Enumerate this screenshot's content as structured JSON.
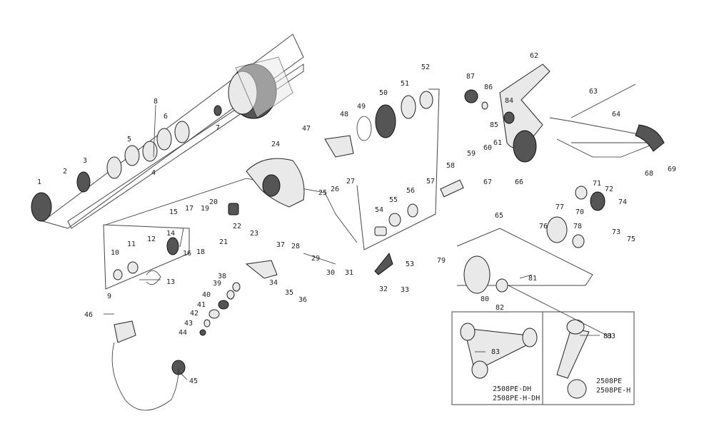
{
  "part_labels": [
    "1",
    "2",
    "3",
    "4",
    "5",
    "6",
    "7",
    "8",
    "9",
    "10",
    "11",
    "12",
    "13",
    "14",
    "15",
    "16",
    "17",
    "18",
    "19",
    "20",
    "21",
    "22",
    "23",
    "24",
    "25",
    "26",
    "27",
    "28",
    "29",
    "30",
    "31",
    "32",
    "33",
    "34",
    "35",
    "36",
    "37",
    "38",
    "39",
    "40",
    "41",
    "42",
    "43",
    "44",
    "45",
    "46",
    "47",
    "48",
    "49",
    "50",
    "51",
    "52",
    "53",
    "54",
    "55",
    "56",
    "57",
    "58",
    "59",
    "60",
    "61",
    "62",
    "63",
    "64",
    "65",
    "66",
    "67",
    "68",
    "69",
    "70",
    "71",
    "72",
    "73",
    "74",
    "75",
    "76",
    "77",
    "78",
    "79",
    "80",
    "81",
    "82",
    "83",
    "84",
    "85",
    "86",
    "87",
    "83"
  ],
  "inset": {
    "left_label": "83",
    "right_label": "83",
    "left_models": [
      "2508PE-DH",
      "2508PE-H-DH"
    ],
    "right_models": [
      "2508PE",
      "2508PE-H"
    ]
  }
}
